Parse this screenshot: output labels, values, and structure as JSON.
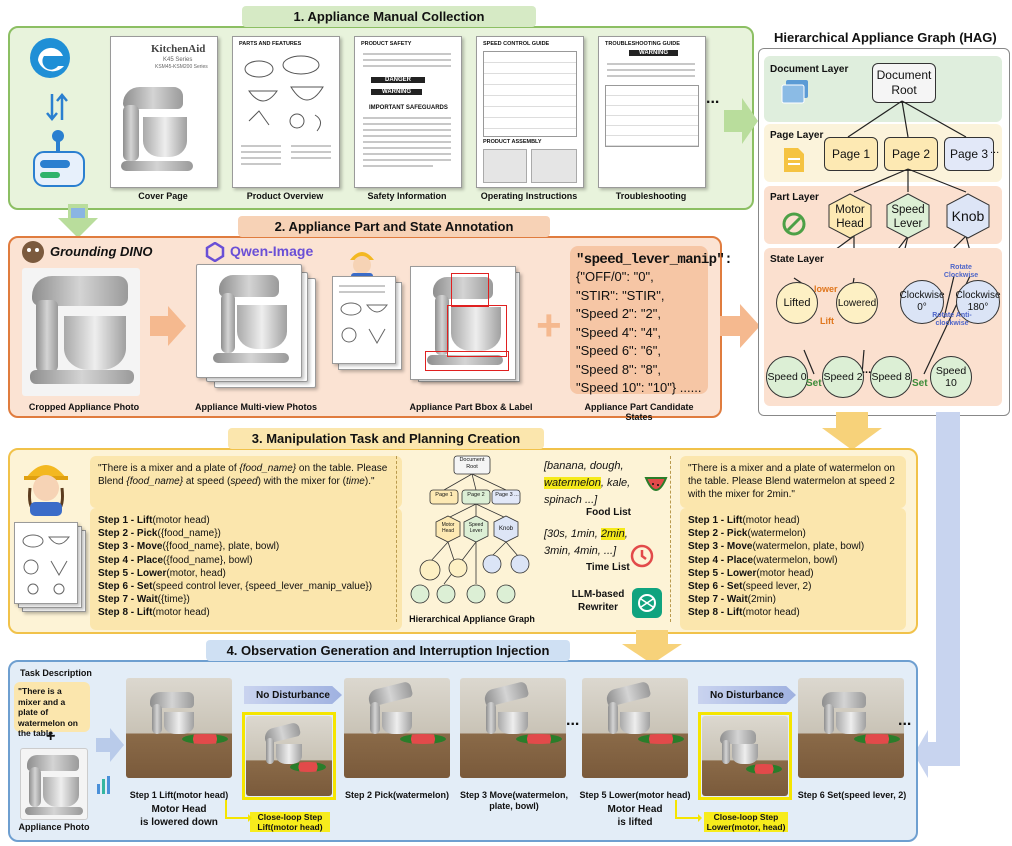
{
  "sections": {
    "s1": "1. Appliance Manual Collection",
    "s2": "2. Appliance Part and State Annotation",
    "s3": "3. Manipulation Task and Planning Creation",
    "s4": "4. Observation Generation and Interruption Injection"
  },
  "s1": {
    "pages": [
      "Cover Page",
      "Product Overview",
      "Safety Information",
      "Operating Instructions",
      "Troubleshooting"
    ],
    "doc_titles": {
      "cover_brand": "KitchenAid",
      "cover_series": "K45 Series",
      "cover_models": "KSM45-KSM200 Series",
      "overview": "PARTS AND FEATURES",
      "safety": "PRODUCT SAFETY",
      "danger": "DANGER",
      "warning": "WARNING",
      "safeguards": "IMPORTANT SAFEGUARDS",
      "speed": "SPEED CONTROL GUIDE",
      "assembly": "PRODUCT ASSEMBLY",
      "trouble": "TROUBLESHOOTING GUIDE",
      "trouble_warning": "WARNING"
    },
    "ellipsis": "..."
  },
  "hag": {
    "title": "Hierarchical Appliance Graph (HAG)",
    "layers": [
      "Document Layer",
      "Page Layer",
      "Part Layer",
      "State Layer"
    ],
    "root": "Document Root",
    "pages": [
      "Page 1",
      "Page 2",
      "Page 3"
    ],
    "page_ellipsis": "...",
    "parts": [
      "Motor Head",
      "Speed Lever",
      "Knob"
    ],
    "states_lift": [
      "Lifted",
      "Lowered"
    ],
    "lift_edges": [
      "lower",
      "Lift"
    ],
    "states_knob": [
      "Clockwise 0°",
      "Clockwise 180°"
    ],
    "knob_edges": [
      "Rotate Clockwise",
      "Rotate Anti-clockwise"
    ],
    "speeds": [
      "Speed 0",
      "Speed 2",
      "Speed 8",
      "Speed 10"
    ],
    "set_labels": [
      "Set",
      "Set"
    ],
    "speed_ellipsis": "..."
  },
  "s2": {
    "gdino": "Grounding DINO",
    "qwen": "Qwen-Image",
    "captions": [
      "Cropped Appliance Photo",
      "Appliance Multi-view Photos",
      "Appliance Part Bbox & Label",
      "Appliance Part Candidate States"
    ],
    "plus": "+",
    "states_key": "\"speed_lever_manip\":",
    "states_lines": [
      "{\"OFF/0\": \"0\",",
      "\"STIR\": \"STIR\",",
      "\"Speed 2\": \"2\",",
      "\"Speed 4\": \"4\",",
      "\"Speed 6\": \"6\",",
      "\"Speed 8\": \"8\",",
      "\"Speed 10\": \"10\"} ......"
    ]
  },
  "s3": {
    "template_pre": "\"There is a  mixer and a plate of ",
    "template_food1": "food_name",
    "template_mid1": " on the table. Please Blend ",
    "template_food2": "food_name",
    "template_mid2": " at speed (",
    "template_speed": "speed",
    "template_mid3": ") with the mixer for (",
    "template_time": "time",
    "template_end": ").\"",
    "template_steps": [
      {
        "label": "Step 1 - ",
        "act": "Lift",
        "arg": "(motor head)"
      },
      {
        "label": "Step 2 - ",
        "act": "Pick",
        "arg": "({food_name})"
      },
      {
        "label": "Step 3 - ",
        "act": "Move",
        "arg": "({food_name}, plate, bowl)"
      },
      {
        "label": "Step 4 - ",
        "act": "Place",
        "arg": "({food_name}, bowl)"
      },
      {
        "label": "Step 5 - ",
        "act": "Lower",
        "arg": "(motor, head)"
      },
      {
        "label": "Step 6 - ",
        "act": "Set",
        "arg": "(speed control lever, {speed_lever_manip_value})"
      },
      {
        "label": "Step 7 - ",
        "act": "Wait",
        "arg": "({time})"
      },
      {
        "label": "Step 8 - ",
        "act": "Lift",
        "arg": "(motor head)"
      }
    ],
    "mini_graph_caption": "Hierarchical Appliance Graph",
    "mini_root": "Document Root",
    "mini_pages": [
      "Page 1",
      "Page 2",
      "Page 3 ..."
    ],
    "mini_parts": [
      "Motor Head",
      "Speed Lever",
      "Knob"
    ],
    "food_prefix": "[banana,  dough,",
    "food_highlight": "watermelon",
    "food_rest": ", kale,",
    "food_end": "spinach ...]",
    "food_label": "Food List",
    "time_prefix": "[30s, 1min, ",
    "time_highlight": "2min",
    "time_rest": ",",
    "time_end": "3min, 4min, ...]",
    "time_label": "Time List",
    "llm_label": "LLM-based Rewriter",
    "filled_desc": "\"There is a  mixer and a plate of watermelon on the table. Please Blend watermelon at speed 2 with the mixer for 2min.\"",
    "filled_steps": [
      {
        "label": "Step 1 - ",
        "act": "Lift",
        "arg": "(motor head)"
      },
      {
        "label": "Step 2 - ",
        "act": "Pick",
        "arg": "(watermelon)"
      },
      {
        "label": "Step 3 - ",
        "act": "Move",
        "arg": "(watermelon, plate, bowl)"
      },
      {
        "label": "Step 4 - ",
        "act": "Place",
        "arg": "(watermelon, bowl)"
      },
      {
        "label": "Step 5 - ",
        "act": "Lower",
        "arg": "(motor head)"
      },
      {
        "label": "Step 6 - ",
        "act": "Set",
        "arg": "(speed lever, 2)"
      },
      {
        "label": "Step 7 - ",
        "act": "Wait",
        "arg": "(2min)"
      },
      {
        "label": "Step 8 - ",
        "act": "Lift",
        "arg": "(motor head)"
      }
    ]
  },
  "s4": {
    "task_label": "Task Description",
    "task_text": "\"There is a  mixer and a plate of watermelon on the table.",
    "plus": "+",
    "appliance_label": "Appliance Photo",
    "no_disturbance": "No Disturbance",
    "captions": {
      "c1a": "Step 1 Lift(motor head)",
      "c1b": "Motor Head",
      "c1c": "is lowered down",
      "cl1a": "Close-loop Step",
      "cl1b": "Lift(motor head)",
      "c2": "Step 2 Pick(watermelon)",
      "c3a": "Step 3 Move(watermelon,",
      "c3b": "plate, bowl)",
      "c5a": "Step 5 Lower(motor head)",
      "c5b": "Motor Head",
      "c5c": "is lifted",
      "cl2a": "Close-loop Step",
      "cl2b": "Lower(motor, head)",
      "c6": "Step 6 Set(speed lever, 2)"
    },
    "ellipsis": "..."
  },
  "colors": {
    "green_panel": "#e8f3dc",
    "green_border": "#7fb35a",
    "orange_panel": "#fbe3d3",
    "orange_border": "#e07c3e",
    "yellow_panel": "#fdf3d6",
    "yellow_border": "#f1c24a",
    "blue_panel": "#e3edf7",
    "blue_border": "#6e9fd0",
    "highlight": "#f5ea1a"
  }
}
